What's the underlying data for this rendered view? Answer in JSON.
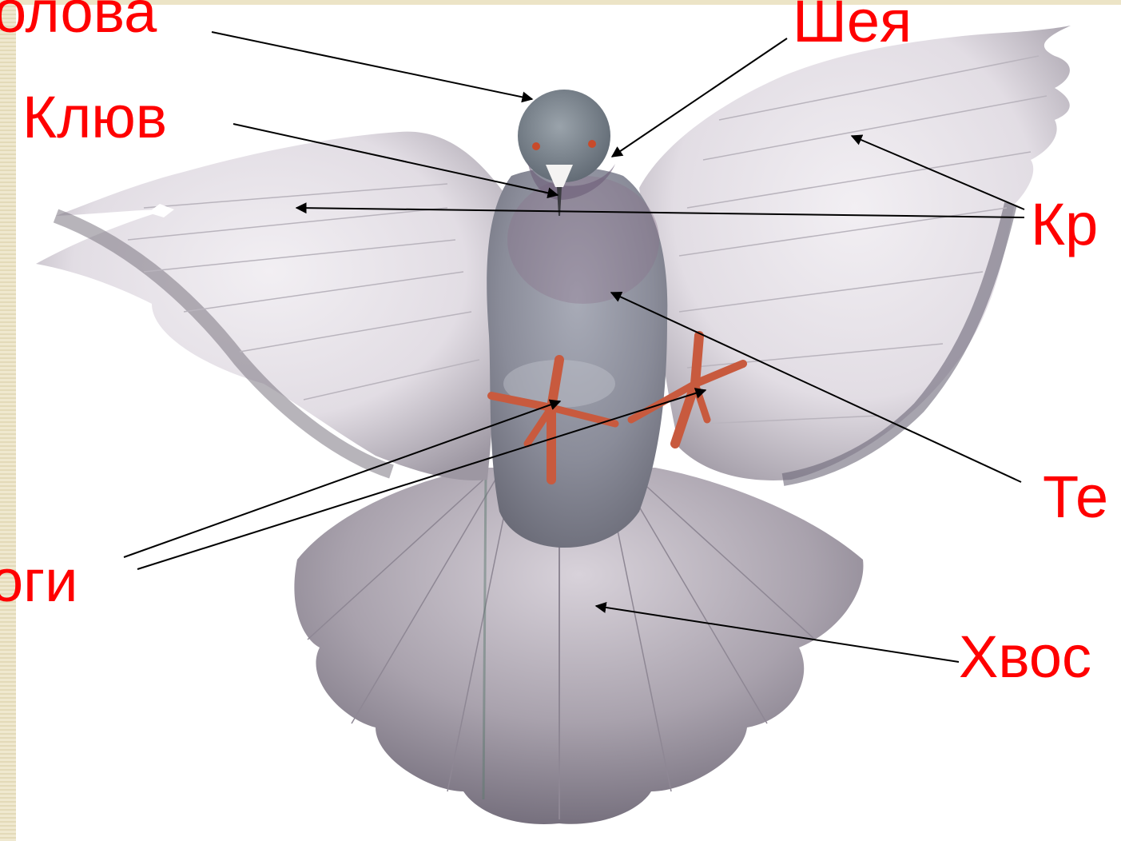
{
  "labels": {
    "head": "олова",
    "neck": "Шея",
    "beak": "Клюв",
    "wings": "Кр",
    "body": "Те",
    "legs": "оги",
    "tail": "Хвос"
  },
  "colors": {
    "label": "#ff0000",
    "pointer": "#000000",
    "background": "#ffffff"
  }
}
